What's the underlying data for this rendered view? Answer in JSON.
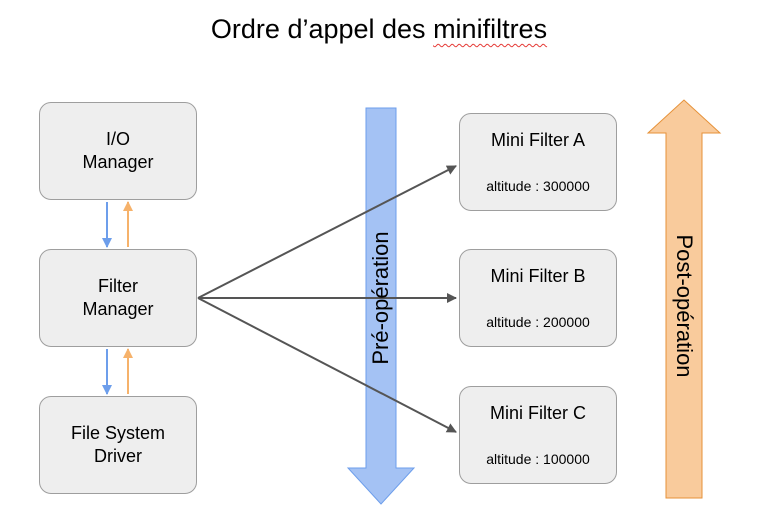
{
  "title": {
    "main": "Ordre d’appel des ",
    "underlined": "minifiltres"
  },
  "left_stack": {
    "io_manager": {
      "line1": "I/O",
      "line2": "Manager"
    },
    "filter_manager": {
      "line1": "Filter",
      "line2": "Manager"
    },
    "fs_driver": {
      "line1": "File System",
      "line2": "Driver"
    }
  },
  "mini_filters": [
    {
      "name": "Mini Filter A",
      "altitude": "altitude : 300000"
    },
    {
      "name": "Mini Filter B",
      "altitude": "altitude : 200000"
    },
    {
      "name": "Mini Filter C",
      "altitude": "altitude : 100000"
    }
  ],
  "pre_operation": {
    "label": "Pré-opération",
    "color": "#a4c2f4",
    "border": "#6d9eeb"
  },
  "post_operation": {
    "label": "Post-opération",
    "color": "#f9cb9c",
    "border": "#e69138"
  },
  "colors": {
    "down_arrow": "#6d9eeb",
    "up_arrow": "#f6b26b",
    "connector": "#555555"
  }
}
